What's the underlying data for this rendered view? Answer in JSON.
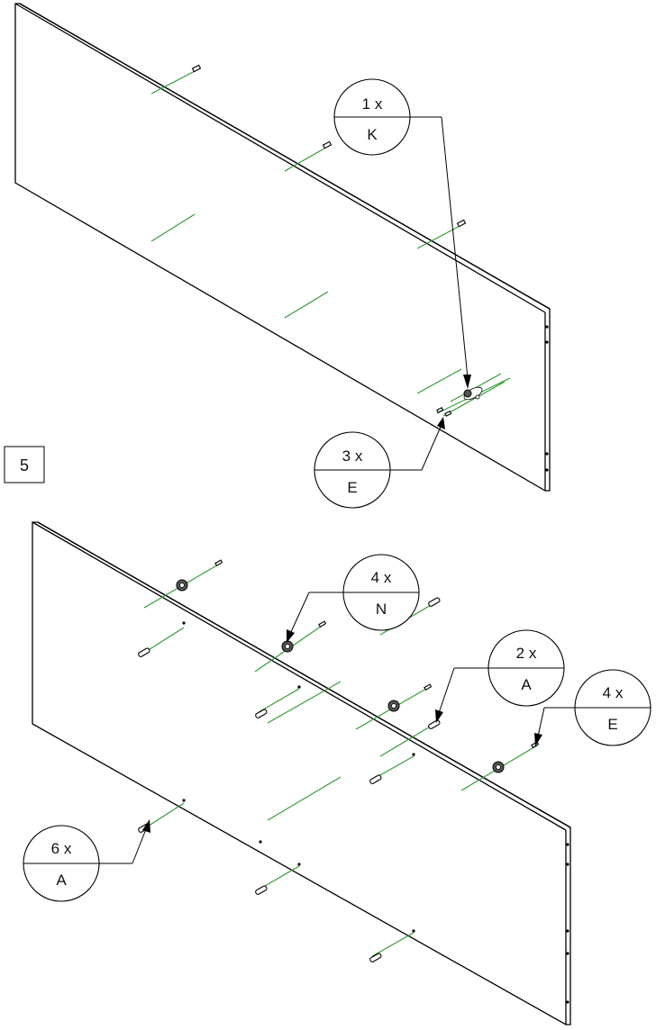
{
  "step": {
    "number": "5"
  },
  "callouts": {
    "top_k": {
      "qty": "1 x",
      "part": "K"
    },
    "top_e": {
      "qty": "3 x",
      "part": "E"
    },
    "bottom_n": {
      "qty": "4 x",
      "part": "N"
    },
    "bottom_a2": {
      "qty": "2 x",
      "part": "A"
    },
    "bottom_e": {
      "qty": "4 x",
      "part": "E"
    },
    "bottom_a6": {
      "qty": "6 x",
      "part": "A"
    }
  },
  "colors": {
    "guide_line": "#2e9a2e",
    "outline": "#000000"
  }
}
